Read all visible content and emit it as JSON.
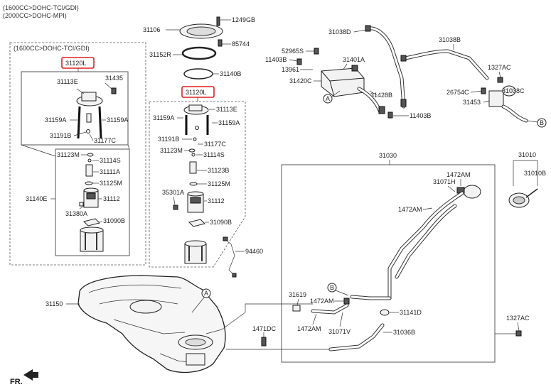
{
  "header": {
    "line1": "(1600CC>DOHC-TCI/GDI)",
    "line2": "(2000CC>DOHC-MPI)"
  },
  "left_box_title": "(1600CC>DOHC-TCI/GDI)",
  "highlight_color": "#e02020",
  "direction_label": "FR.",
  "parts": {
    "p31120L_a": "31120L",
    "p31435": "31435",
    "p31113E_a": "31113E",
    "p31159A_a1": "31159A",
    "p31159A_a2": "31159A",
    "p31191B_a": "31191B",
    "p31177C_a": "31177C",
    "p31123M_a": "31123M",
    "p31114S_a": "31114S",
    "p31111A": "31111A",
    "p31125M_a": "31125M",
    "p31140E": "31140E",
    "p31112_a": "31112",
    "p31380A": "31380A",
    "p31090B_a": "31090B",
    "p31106": "31106",
    "p1249GB": "1249GB",
    "p85744": "85744",
    "p31152R": "31152R",
    "p31140B": "31140B",
    "p31120L_b": "31120L",
    "p31159A_b1": "31159A",
    "p31113E_b": "31113E",
    "p31159A_b2": "31159A",
    "p31191B_b": "31191B",
    "p31177C_b": "31177C",
    "p31123M_b": "31123M",
    "p31114S_b": "31114S",
    "p31123B": "31123B",
    "p31125M_b": "31125M",
    "p35301A": "35301A",
    "p31112_b": "31112",
    "p31090B_b": "31090B",
    "p94460": "94460",
    "p31150": "31150",
    "p31038D": "31038D",
    "p31038B": "31038B",
    "p52965S": "52965S",
    "p11403B_a": "11403B",
    "p31401A": "31401A",
    "p13961": "13961",
    "p1327AC_a": "1327AC",
    "p31420C": "31420C",
    "p26754C": "26754C",
    "p31038C": "31038C",
    "p31428B": "31428B",
    "p31453": "31453",
    "p11403B_b": "11403B",
    "p31030": "31030",
    "p31010": "31010",
    "p1472AM_a": "1472AM",
    "p31071H": "31071H",
    "p31010B": "31010B",
    "p1472AM_b": "1472AM",
    "p31619": "31619",
    "p1472AM_c": "1472AM",
    "p31141D": "31141D",
    "p1472AM_d": "1472AM",
    "p31071V": "31071V",
    "p1327AC_b": "1327AC",
    "p1471DC": "1471DC",
    "p31036B": "31036B"
  },
  "callouts": {
    "A_upper": "A",
    "A_lower": "A",
    "B_right": "B",
    "B_lower": "B"
  }
}
